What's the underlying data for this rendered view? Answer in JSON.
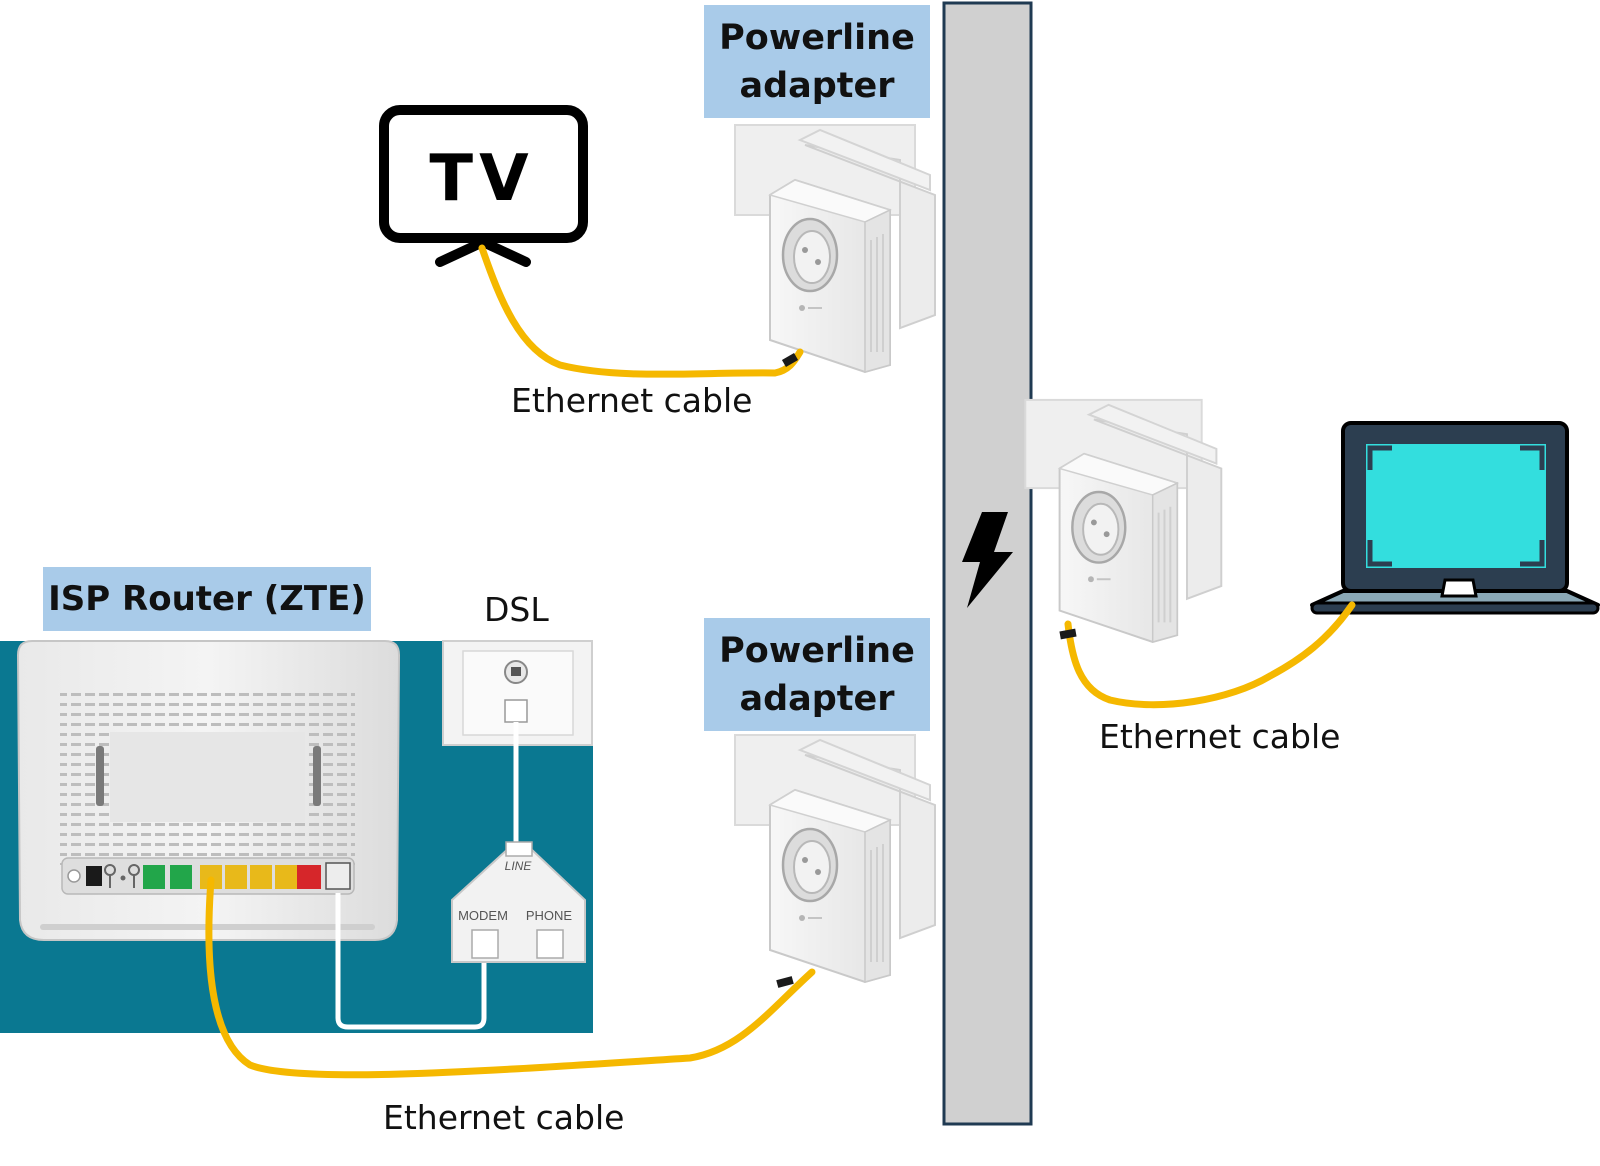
{
  "labels": {
    "powerline_top": "Powerline adapter",
    "powerline_bottom": "Powerline adapter",
    "isp_router": "ISP Router (ZTE)",
    "dsl": "DSL",
    "tv_text": "TV",
    "cable_tv": "Ethernet cable",
    "cable_laptop": "Ethernet cable",
    "cable_router": "Ethernet cable",
    "splitter_line": "LINE",
    "splitter_modem": "MODEM",
    "splitter_phone": "PHONE"
  },
  "icons": [
    "tv-icon",
    "laptop-icon",
    "lightning-bolt-icon",
    "powerline-adapter-icon",
    "router-icon",
    "dsl-wall-socket-icon",
    "dsl-splitter-icon"
  ],
  "colors": {
    "ethernet_cable": "#f5b800",
    "label_background": "#a9cbe9",
    "wall": "#d0d0d0",
    "router_backdrop": "#0a7891",
    "laptop_screen": "#33dede",
    "port_green": "#22a64a",
    "port_yellow": "#e8b91a",
    "port_red": "#d6262a"
  }
}
